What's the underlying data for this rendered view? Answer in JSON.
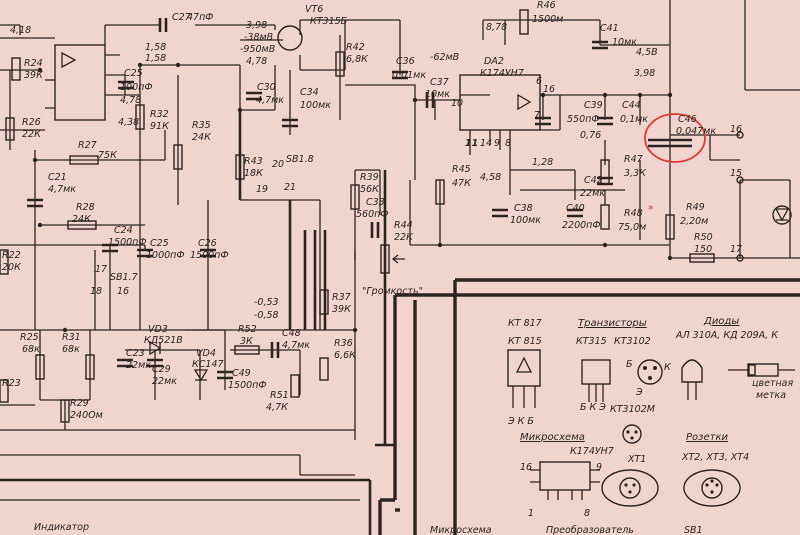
{
  "highlight_color": "#e03a2e",
  "ink_color": "#2a2422",
  "paper_color": "#f2d4cf",
  "labels": {
    "v418": "4,18",
    "c27": "C27",
    "c27v": "47пФ",
    "v398": "3,98",
    "v38mv": "-38мВ",
    "v950mv": "-950мВ",
    "v478a": "4,78",
    "vt6": "VT6",
    "vt6t": "КТ315Б",
    "r46": "R46",
    "r46v": "1500м",
    "v878": "8,78",
    "c41": "C41",
    "c41v": "10мк",
    "r24": "R24",
    "r24v": "39К",
    "c25t": "C25",
    "c25tv": "100пФ",
    "v158a": "1,58",
    "v158b": "1,58",
    "v438": "4,38",
    "v478b": "4,78",
    "r32": "R32",
    "r32v": "91К",
    "r42": "R42",
    "r42v": "6,8К",
    "c36": "C36",
    "c36v": "0,01мк",
    "v62mv": "-62мВ",
    "da2": "DA2",
    "da2t": "К174УН7",
    "v45": "4,5В",
    "v398b": "3,98",
    "c30": "C30",
    "c30v": "4,7мк",
    "c34": "C34",
    "c34v": "100мк",
    "c37": "C37",
    "c37v": "10мк",
    "r26": "R26",
    "r26v": "22К",
    "r27": "R27",
    "r27v": "75К",
    "r35": "R35",
    "r35v": "24К",
    "pin10": "10",
    "pin16": "16",
    "pin6": "6",
    "pin7": "7",
    "c39": "C39",
    "c39v": "550пФ",
    "v076": "0,76",
    "c44": "C44",
    "c44v": "0,1мк",
    "c46": "C46",
    "c46v": "0,047мк",
    "xs16": "16",
    "xs15": "15",
    "pin11": "11",
    "pin14": "14",
    "pin9": "9",
    "pin8": "8",
    "c21": "C21",
    "c21v": "4,7мк",
    "r43": "R43",
    "r43v": "18К",
    "p20": "20",
    "sb18": "SB1.8",
    "p19": "19",
    "p21": "21",
    "r39": "R39",
    "r39v": "56К",
    "c33": "C33",
    "c33v": "560пФ",
    "r45": "R45",
    "r45v": "47К",
    "v458": "4,58",
    "v128": "1,28",
    "r47": "R47",
    "r47v": "3,3К",
    "r28": "R28",
    "r28v": "24К",
    "c24": "C24",
    "c24v": "1500пФ",
    "c38": "C38",
    "c38v": "100мк",
    "c40": "C40",
    "c40v": "2200пФ",
    "c42": "C42",
    "c42v": "22мк",
    "r48": "R48",
    "r48v": "75,0м",
    "r49": "R49",
    "r49v": "2,20м",
    "r22": "R22",
    "r22v": "20К",
    "c25": "C25",
    "c25v": "1000пФ",
    "c26": "C26",
    "c26v": "1500пФ",
    "r44": "R44",
    "r44v": "22К",
    "r50": "R50",
    "r50v": "150",
    "xs17": "17",
    "p17": "17",
    "sb17": "SB1.7",
    "p18": "18",
    "p16": "16",
    "vol": "\"Громкость\"",
    "v053": "-0,53",
    "v058": "-0,58",
    "r37": "R37",
    "r37v": "39К",
    "kt817": "КТ 817",
    "kt815": "КТ 815",
    "transistors": "Транзисторы",
    "kt315": "КТ315",
    "kt3102": "КТ3102",
    "diodes": "Диоды",
    "diodes_t": "АЛ 310А, КД 209А, К",
    "vd3": "VD3",
    "vd3t": "КД521В",
    "r52": "R52",
    "r52v": "3К",
    "c48": "C48",
    "c48v": "4,7мк",
    "r25": "R25",
    "r25v": "68к",
    "r31": "R31",
    "r31v": "68к",
    "c23": "C23",
    "c23v": "22мк",
    "c29": "C29",
    "c29v": "22мк",
    "vd4": "VD4",
    "vd4t": "КС147",
    "r36": "R36",
    "r36v": "6,6К",
    "r23": "R23",
    "c49": "C49",
    "c49v": "1500пФ",
    "r51": "R51",
    "r51v": "4,7К",
    "ekb": "Э К Б",
    "bkz": "Б К Э",
    "mark_b": "Б",
    "mark_e": "Э",
    "mark_k": "К",
    "colormark1": "цветная",
    "colormark2": "метка",
    "r29": "R29",
    "r29v": "240Ом",
    "kt3102m": "КТ3102М",
    "microcircuit": "Микросхема",
    "microcircuit_t": "К174УН7",
    "sockets": "Розетки",
    "xt1": "ХТ1",
    "xt234": "ХТ2, ХТ3, ХТ4",
    "mc16": "16",
    "mc9": "9",
    "mc1": "1",
    "mc8": "8",
    "indicator": "Индикатор",
    "microcircuit2": "Микросхема",
    "converter": "Преобразователь",
    "sb1": "SB1"
  }
}
